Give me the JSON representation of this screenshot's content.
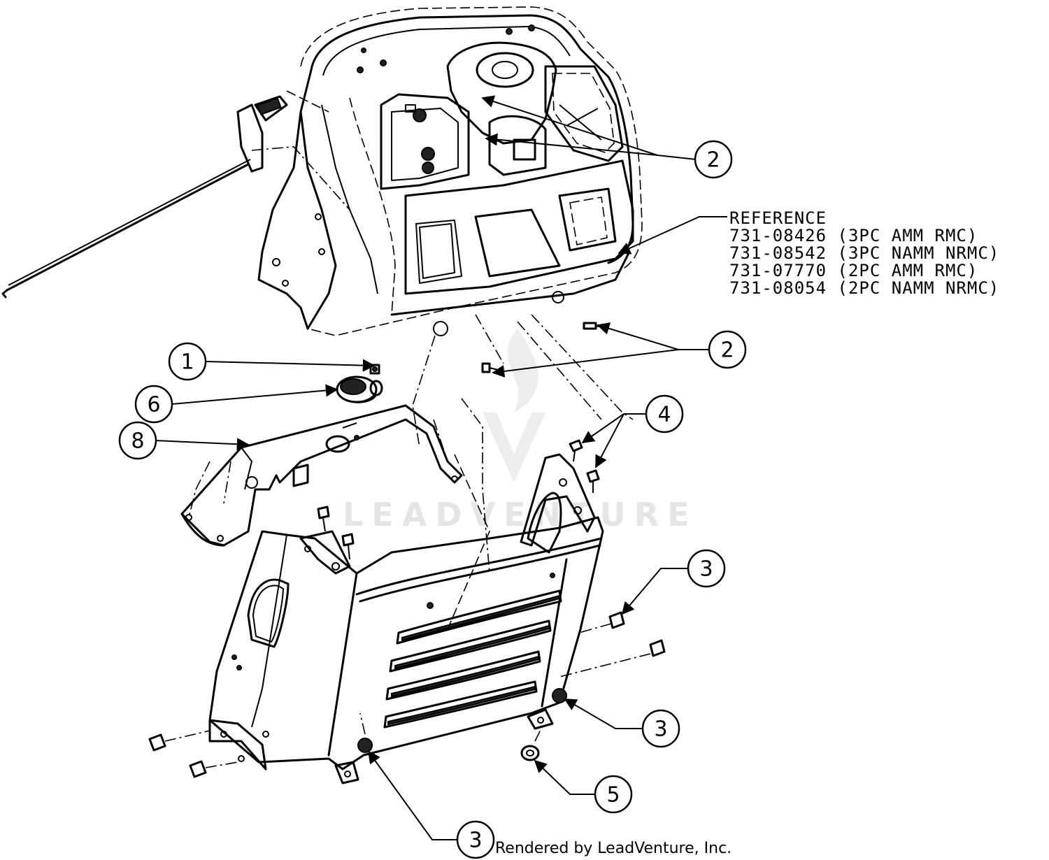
{
  "reference": {
    "heading": "REFERENCE",
    "lines": [
      "731-08426 (3PC AMM RMC)",
      "731-08542 (3PC NAMM NRMC)",
      "731-07770 (2PC AMM RMC)",
      "731-08054 (2PC NAMM NRMC)"
    ]
  },
  "callouts": [
    "2",
    "2",
    "1",
    "6",
    "8",
    "4",
    "3",
    "3",
    "3",
    "5"
  ],
  "credit": "Rendered by LeadVenture, Inc.",
  "watermark": "LEADVENTURE"
}
